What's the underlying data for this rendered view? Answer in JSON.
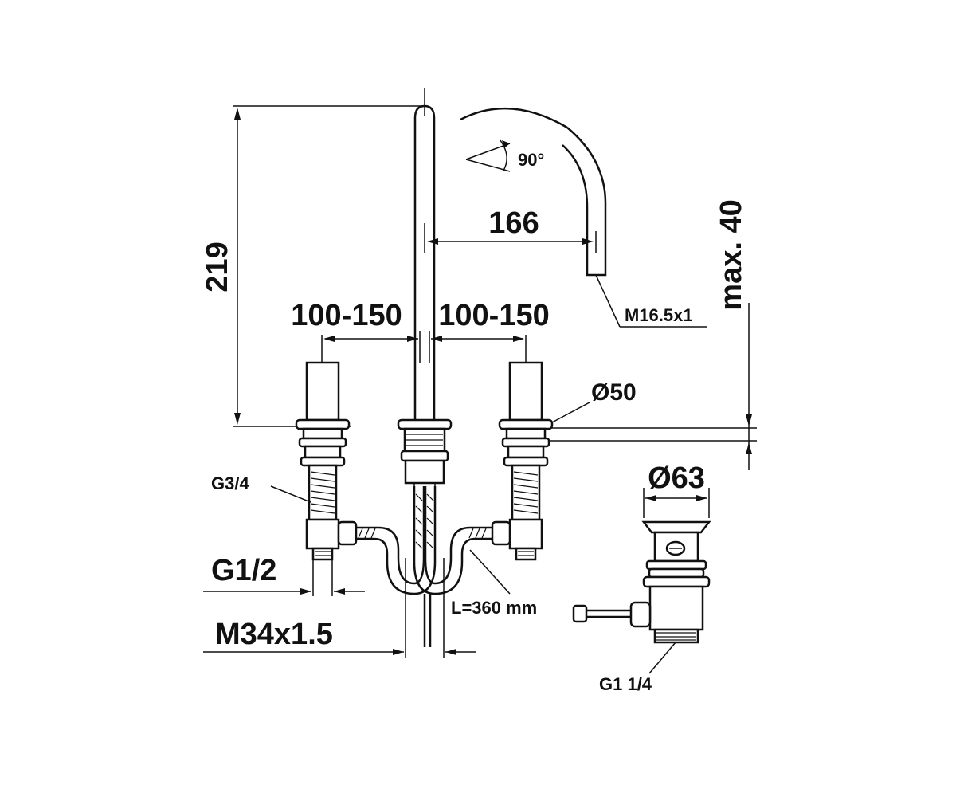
{
  "dimensions": {
    "height_total": "219",
    "angle": "90°",
    "spout_reach": "166",
    "max_height": "max. 40",
    "spout_thread": "M16.5x1",
    "spacing_left": "100-150",
    "spacing_right": "100-150",
    "handle_diameter": "Ø50",
    "valve_thread": "G3/4",
    "inlet_thread": "G1/2",
    "spout_mount_thread": "M34x1.5",
    "hose_length": "L=360 mm",
    "drain_diameter": "Ø63",
    "drain_thread": "G1 1/4"
  }
}
